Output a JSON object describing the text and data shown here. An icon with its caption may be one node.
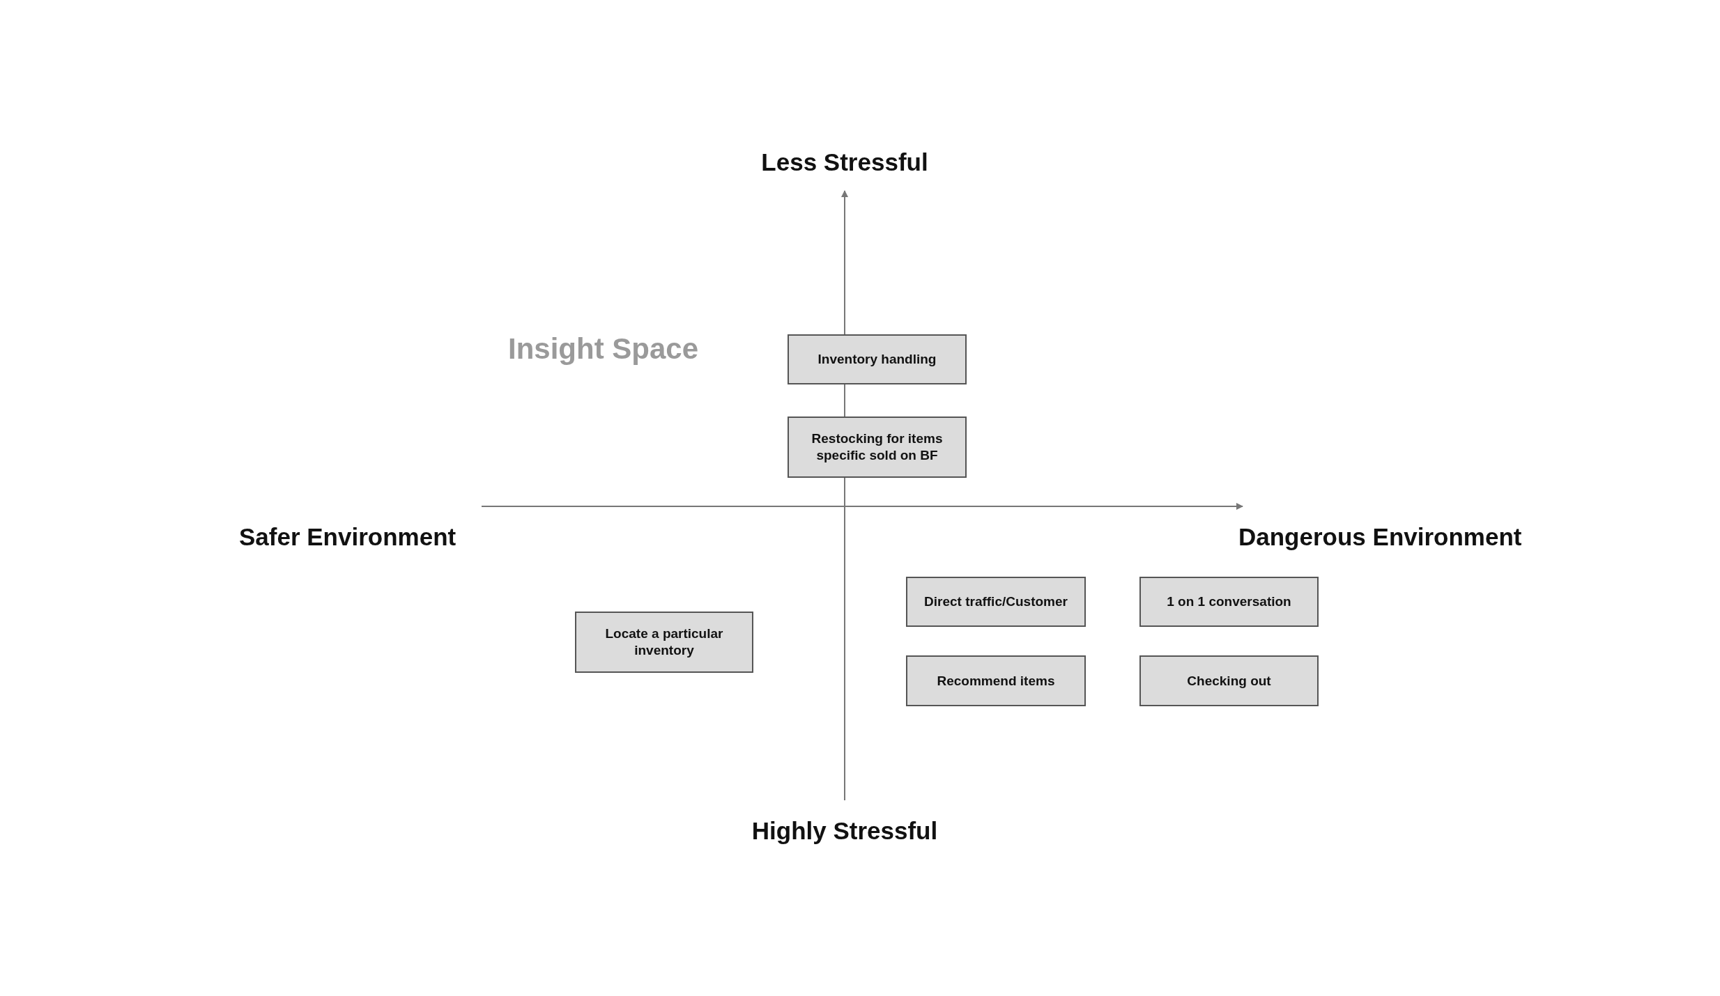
{
  "diagram": {
    "nodes": [
      {
        "text": [
          "Inventory handling"
        ]
      },
      {
        "text": [
          "Restocking for items specific sold on BF"
        ]
      },
      {
        "text": [
          "Direct traffic/Customer"
        ]
      },
      {
        "text": [
          "1 on 1 conversation"
        ]
      },
      {
        "text": [
          "Locate a particular inventory"
        ]
      },
      {
        "text": [
          "Recommend items"
        ]
      },
      {
        "text": [
          "Checking out"
        ]
      }
    ],
    "labels": [
      "Less Stressful",
      "Insight Space",
      "Safer Environment",
      "Dangerous Environment",
      "Highly Stressful"
    ]
  }
}
